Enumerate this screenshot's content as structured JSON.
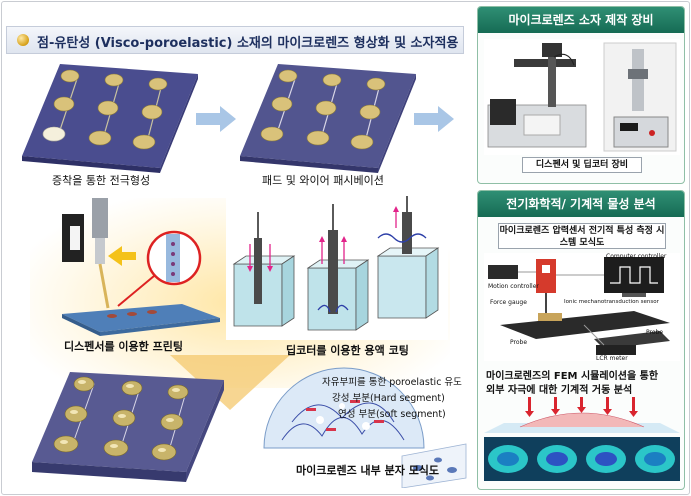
{
  "header": {
    "title": "점-유탄성 (Visco-poroelastic) 소재의 마이크로렌즈 형상화 및 소자적용"
  },
  "steps": {
    "electrode": "증착을 통한 전극형성",
    "passivation": "패드 및 와이어 패시베이션",
    "dispenser": "디스펜서를 이용한 프린팅",
    "dipcoater": "딥코터를 이용한 용액 코팅",
    "molecule": "마이크로렌즈 내부 분자 모식도"
  },
  "molecule_labels": {
    "poroelastic": "자유부피를 통한 poroelastic 유도",
    "hard": "강성 부분(Hard segment)",
    "soft": "연성 부분(soft segment)"
  },
  "equipment_panel": {
    "title": "마이크로렌즈 소자 제작 장비",
    "caption": "디스펜서 및 딥코터 장비"
  },
  "analysis_panel": {
    "title": "전기화학적/ 기계적 물성 분석",
    "system_caption": "마이크로렌즈 압력센서 전기적 특성 측정 시스템 모식도",
    "labels": {
      "computer": "Computer controller",
      "motion": "Motion controller",
      "force_gauge": "Force gauge",
      "ionic": "Ionic mechanotransduction sensor",
      "probe": "Probe",
      "probe2": "Probe",
      "lcr": "LCR meter"
    },
    "fem_caption_1": "마이크로렌즈의 FEM 시뮬레이션을 통한",
    "fem_caption_2": "외부 자극에 대한 기계적 거동 분석"
  },
  "colors": {
    "panel_header": "#1f7a60",
    "substrate": "#4a4d8f",
    "pad": "#d9c27a",
    "lens": "#c8b46a",
    "arrow": "#a9c6e6",
    "glow": "#ffe29a"
  }
}
